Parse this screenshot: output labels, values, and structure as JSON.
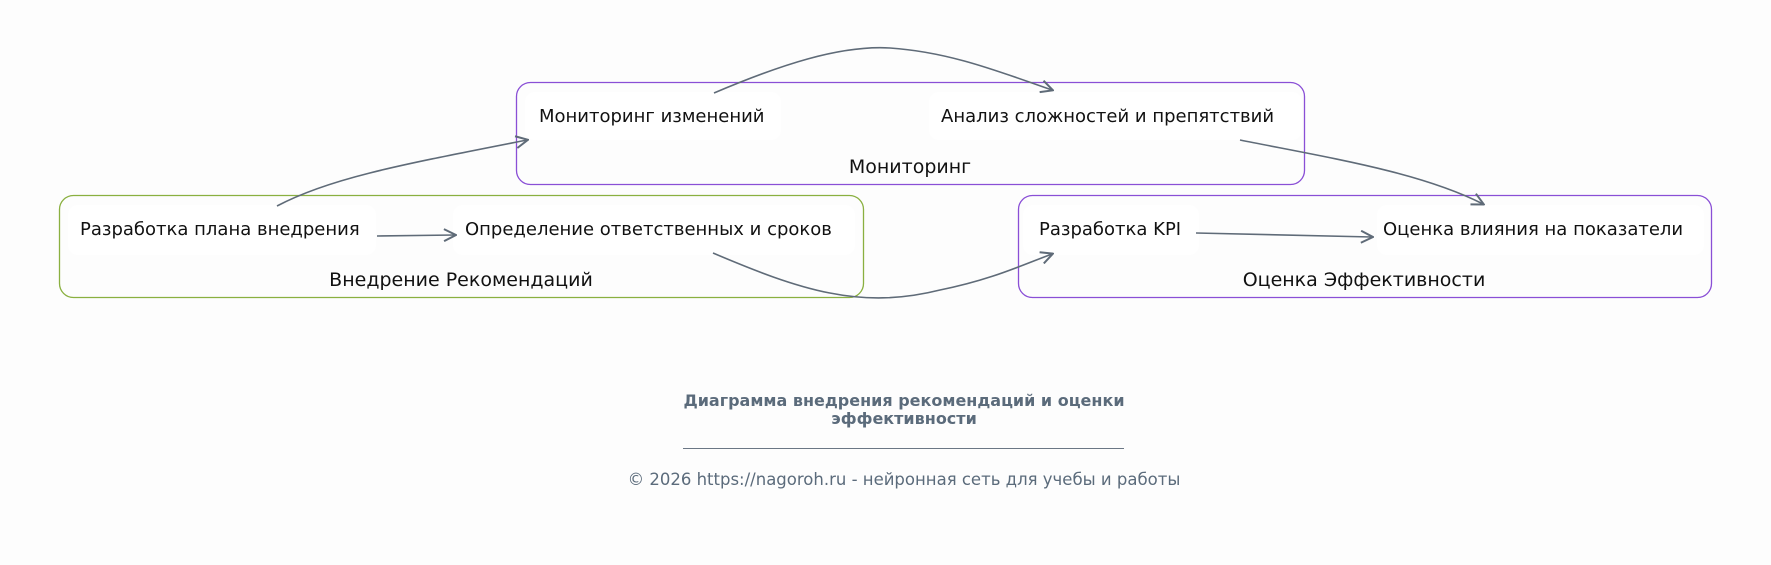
{
  "colors": {
    "monitoring_border": "#8a4fd6",
    "implementation_border": "#8ab040",
    "efficiency_border": "#8a4fd6",
    "edge": "#5f6b78",
    "footer_text": "#5b6b7b"
  },
  "groups": {
    "monitoring": {
      "label": "Мониторинг",
      "nodes": [
        "Мониторинг изменений",
        "Анализ сложностей и препятствий"
      ]
    },
    "implementation": {
      "label": "Внедрение Рекомендаций",
      "nodes": [
        "Разработка плана внедрения",
        "Определение ответственных и сроков"
      ]
    },
    "efficiency": {
      "label": "Оценка Эффективности",
      "nodes": [
        "Разработка KPI",
        "Оценка влияния на показатели"
      ]
    }
  },
  "edges": [
    {
      "from": "Разработка плана внедрения",
      "to": "Мониторинг изменений"
    },
    {
      "from": "Разработка плана внедрения",
      "to": "Определение ответственных и сроков"
    },
    {
      "from": "Определение ответственных и сроков",
      "to": "Разработка KPI"
    },
    {
      "from": "Мониторинг изменений",
      "to": "Анализ сложностей и препятствий"
    },
    {
      "from": "Анализ сложностей и препятствий",
      "to": "Оценка влияния на показатели"
    },
    {
      "from": "Разработка KPI",
      "to": "Оценка влияния на показатели"
    }
  ],
  "footer": {
    "title_line1": "Диаграмма внедрения рекомендаций и оценки",
    "title_line2": "эффективности",
    "copyright": "© 2026 https://nagoroh.ru - нейронная сеть для учебы и работы"
  }
}
